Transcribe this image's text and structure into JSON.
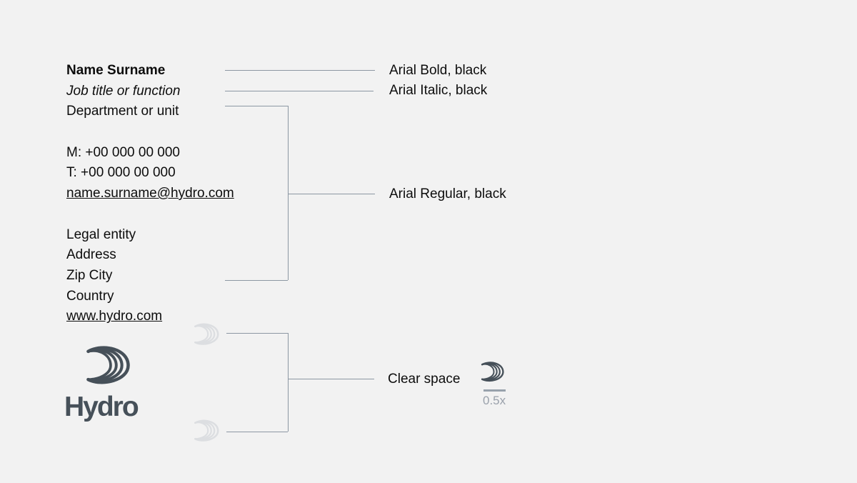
{
  "signature": {
    "lines": [
      {
        "text": "Name Surname",
        "style": "bold"
      },
      {
        "text": "Job title or function",
        "style": "italic"
      },
      {
        "text": "Department or unit",
        "style": "regular"
      },
      {
        "text": "",
        "style": "spacer"
      },
      {
        "text": "M: +00 000 00 000",
        "style": "regular"
      },
      {
        "text": "T: +00 000 00 000",
        "style": "regular"
      },
      {
        "text": "name.surname@hydro.com",
        "style": "underline"
      },
      {
        "text": "",
        "style": "spacer"
      },
      {
        "text": "Legal entity",
        "style": "regular"
      },
      {
        "text": "Address",
        "style": "regular"
      },
      {
        "text": "Zip City",
        "style": "regular"
      },
      {
        "text": "Country",
        "style": "regular"
      },
      {
        "text": "www.hydro.com",
        "style": "underline"
      }
    ]
  },
  "annotations": {
    "name_style": "Arial Bold, black",
    "job_style": "Arial Italic, black",
    "body_style": "Arial Regular, black",
    "clear_space_label": "Clear space",
    "clear_space_unit": "0.5x"
  },
  "logo": {
    "wordmark": "Hydro",
    "mark_icon": "hydro-crescent-icon"
  },
  "colors": {
    "background": "#f2f2f2",
    "text": "#0d0d0d",
    "logo": "#465059",
    "connector": "#8c97a3",
    "ghost_mark": "#dcdee1",
    "unit_gray": "#98a2ac"
  }
}
